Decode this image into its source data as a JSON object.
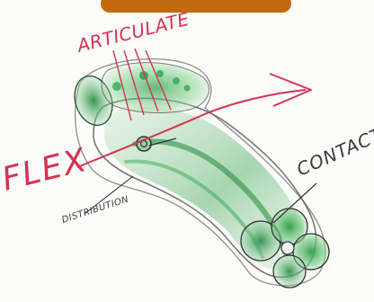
{
  "sketch": {
    "labels": {
      "articulate": "ARTICULATE",
      "flex": "FLEX",
      "contact": "CONTACT",
      "distribution": "DISTRIBUTION"
    },
    "colors": {
      "red": "#d6324f",
      "green": "#1f9b3c",
      "green_light": "#7ccf8a",
      "green_dark": "#0f6d2b",
      "ink": "#444444",
      "orange": "#c36a10",
      "paper": "#fbfbf9"
    }
  }
}
